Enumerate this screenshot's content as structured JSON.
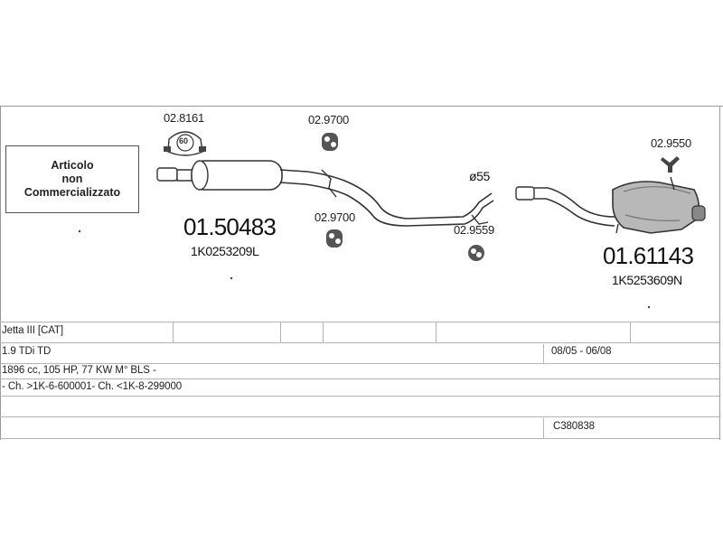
{
  "notice": {
    "line1": "Articolo",
    "line2": "non",
    "line3": "Commercializzato"
  },
  "parts": {
    "clamp_front": "02.8161",
    "clamp_front_size": "60",
    "rubber_top": "02.9700",
    "rubber_bottom": "02.9700",
    "rubber_rear_pair": "02.9559",
    "hanger_rear": "02.9550",
    "pipe_diameter": "ø55",
    "middle_silencer": "01.50483",
    "middle_silencer_oem": "1K0253209L",
    "rear_silencer": "01.61143",
    "rear_silencer_oem": "1K5253609N"
  },
  "vehicle": {
    "model": "Jetta III  [CAT]",
    "engine": "1.9 TDi TD",
    "period": "08/05 - 06/08",
    "spec": "1896 cc, 105 HP, 77 KW M° BLS -",
    "chassis": "- Ch. >1K-6-600001- Ch. <1K-8-299000",
    "code": "C380838"
  }
}
